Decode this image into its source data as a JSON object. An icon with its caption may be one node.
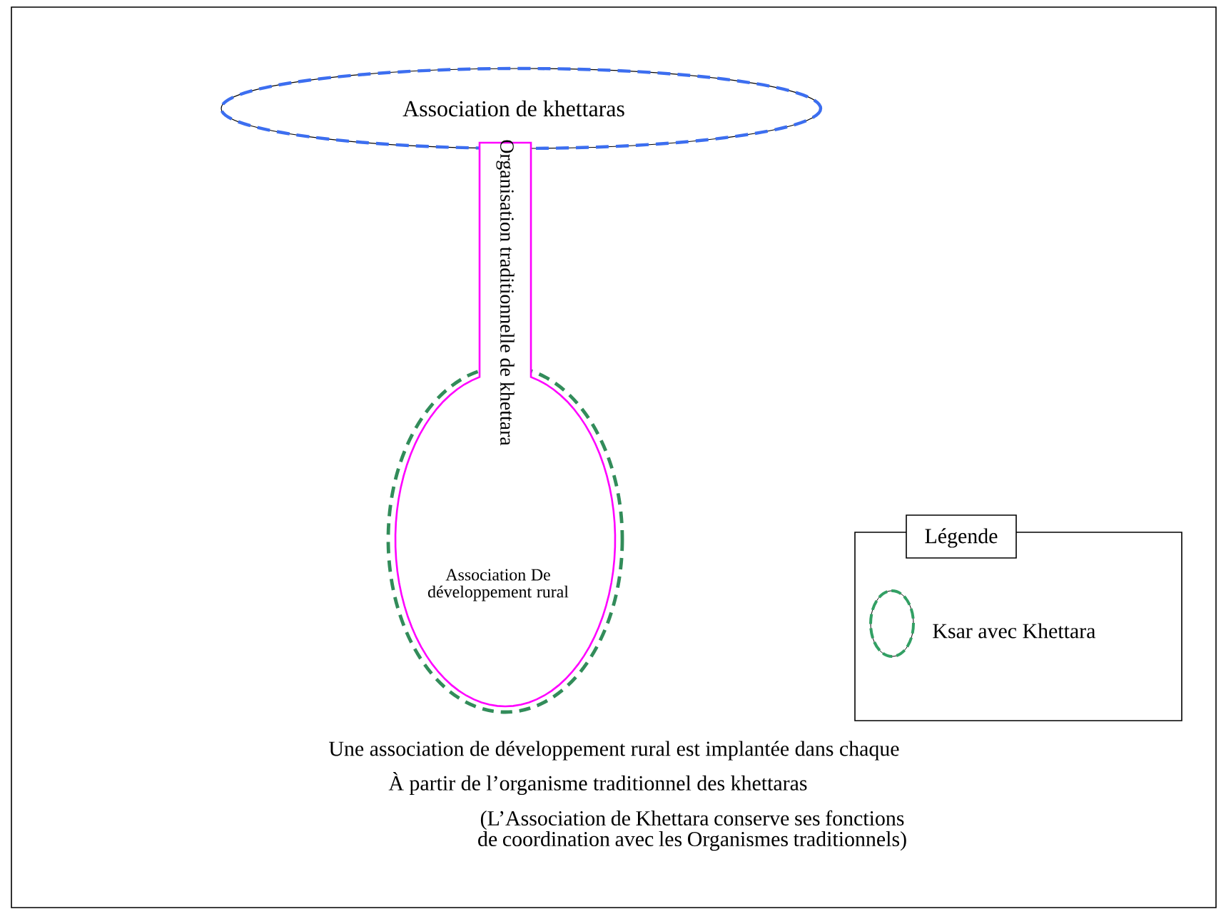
{
  "diagram": {
    "nodes": [
      {
        "text": [
          "Association de khettaras"
        ]
      },
      {
        "text": [
          "Organisation traditionnelle de khettara",
          "Association De développement rural"
        ]
      }
    ],
    "labels": [
      "Légende",
      "Une association de développement rural est implantée dans chaque",
      "À partir de l’organisme traditionnel des khettaras",
      "(L’Association de Khettara conserve ses fonctions de coordination avec les Organismes traditionnels)"
    ],
    "legend": [
      {
        "text": "Ksar avec Khettara"
      }
    ]
  }
}
